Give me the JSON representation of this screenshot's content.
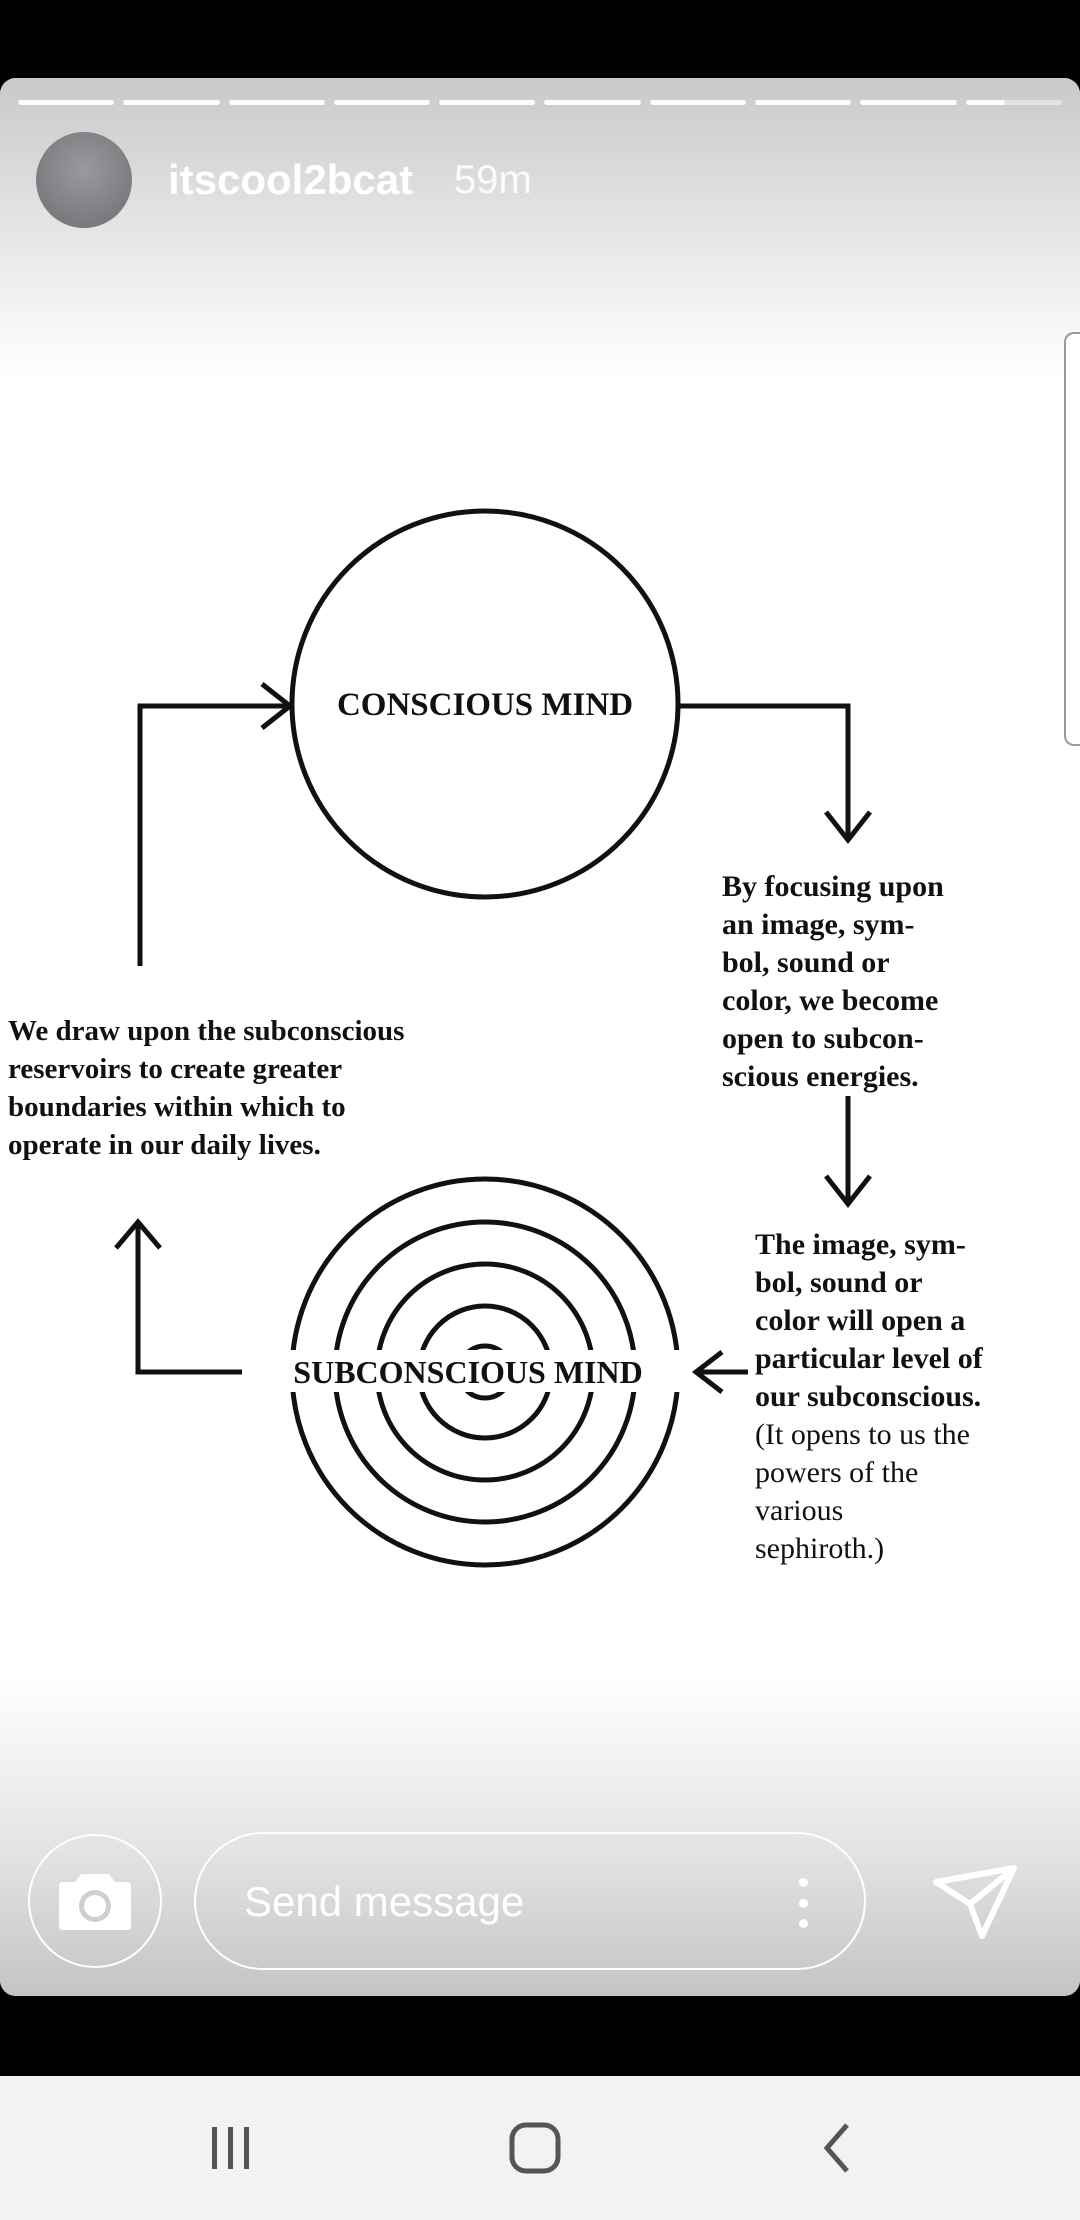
{
  "story": {
    "username": "itscool2bcat",
    "time": "59m",
    "progress_total": 10,
    "progress_completed": 9
  },
  "diagram": {
    "top_circle_label": "CONSCIOUS MIND",
    "bottom_circle_label": "SUBCONSCIOUS MIND",
    "right_top_text": [
      "By focusing upon",
      "an image, sym-",
      "bol, sound or",
      "color, we become",
      "open to subcon-",
      "scious energies."
    ],
    "right_bottom_text": [
      "The image, sym-",
      "bol, sound or",
      "color will open a",
      "particular level of",
      "our subconscious.",
      "(It opens to us the",
      "powers of the",
      "various",
      "sephiroth.)"
    ],
    "left_text": [
      "We draw upon the subconscious",
      "reservoirs to create greater",
      "boundaries within which to",
      "operate in our daily lives."
    ]
  },
  "reply": {
    "placeholder": "Send message"
  },
  "icons": {
    "camera": "camera-icon",
    "more": "more-vertical-icon",
    "send": "send-icon",
    "recents": "recents-icon",
    "home": "home-icon",
    "back": "back-icon"
  }
}
